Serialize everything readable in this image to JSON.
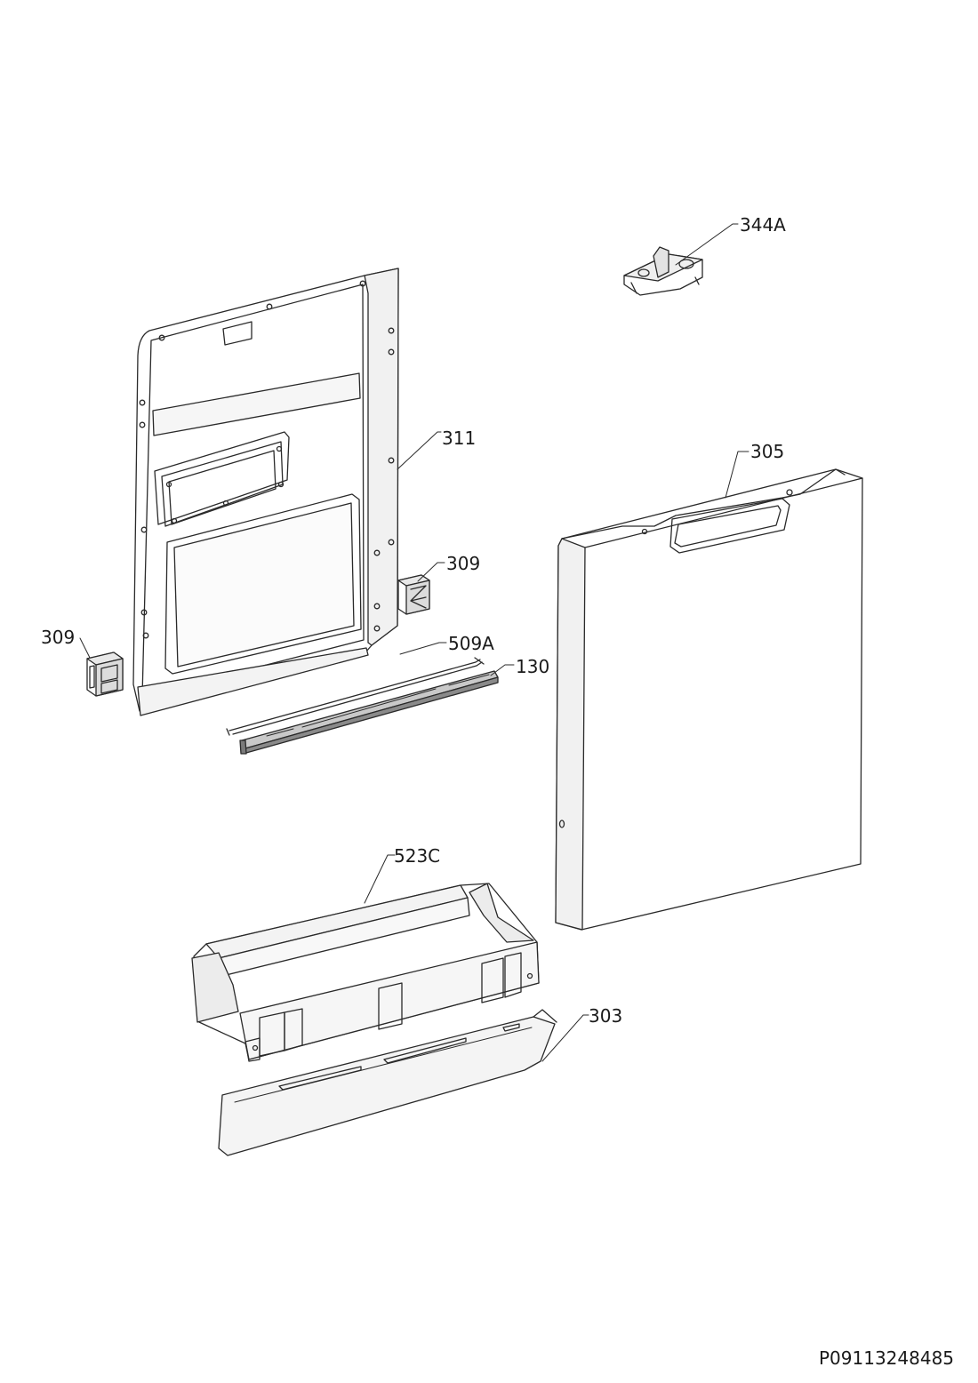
{
  "diagram": {
    "document_id": "P09113248485",
    "parts": [
      {
        "id": "inner-door",
        "label": "311"
      },
      {
        "id": "hinge-left",
        "label": "309"
      },
      {
        "id": "hinge-right",
        "label": "309"
      },
      {
        "id": "wire-rod",
        "label": "509A"
      },
      {
        "id": "door-seal",
        "label": "130"
      },
      {
        "id": "outer-door-panel",
        "label": "305"
      },
      {
        "id": "door-lock",
        "label": "344A"
      },
      {
        "id": "control-housing",
        "label": "523C"
      },
      {
        "id": "control-panel",
        "label": "303"
      }
    ]
  }
}
